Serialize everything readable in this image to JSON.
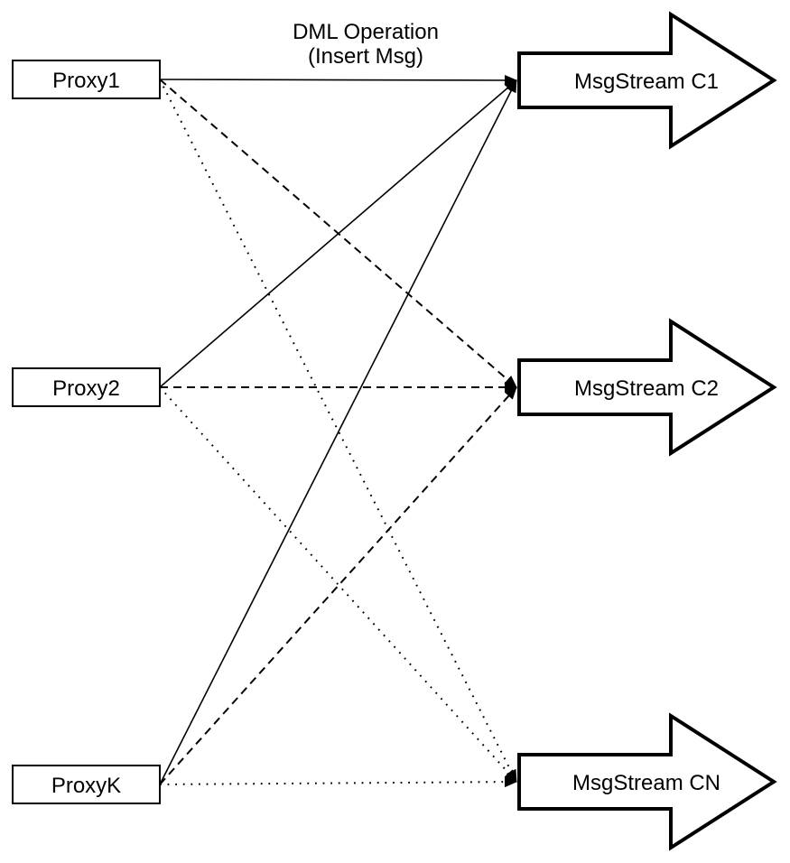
{
  "diagram": {
    "background_color": "#ffffff",
    "line_color": "#000000",
    "text_color": "#000000",
    "title": {
      "line1": "DML Operation",
      "line2": "(Insert Msg)"
    },
    "proxies": [
      {
        "id": "proxy1",
        "label": "Proxy1"
      },
      {
        "id": "proxy2",
        "label": "Proxy2"
      },
      {
        "id": "proxyK",
        "label": "ProxyK"
      }
    ],
    "streams": [
      {
        "id": "c1",
        "label": "MsgStream C1"
      },
      {
        "id": "c2",
        "label": "MsgStream C2"
      },
      {
        "id": "cn",
        "label": "MsgStream CN"
      }
    ],
    "edges": [
      {
        "from": "proxy1",
        "to": "c1",
        "style": "solid"
      },
      {
        "from": "proxy1",
        "to": "c2",
        "style": "dashed"
      },
      {
        "from": "proxy1",
        "to": "cn",
        "style": "dotted"
      },
      {
        "from": "proxy2",
        "to": "c1",
        "style": "solid"
      },
      {
        "from": "proxy2",
        "to": "c2",
        "style": "dashed"
      },
      {
        "from": "proxy2",
        "to": "cn",
        "style": "dotted"
      },
      {
        "from": "proxyK",
        "to": "c1",
        "style": "solid"
      },
      {
        "from": "proxyK",
        "to": "c2",
        "style": "dashed"
      },
      {
        "from": "proxyK",
        "to": "cn",
        "style": "dotted"
      }
    ]
  }
}
